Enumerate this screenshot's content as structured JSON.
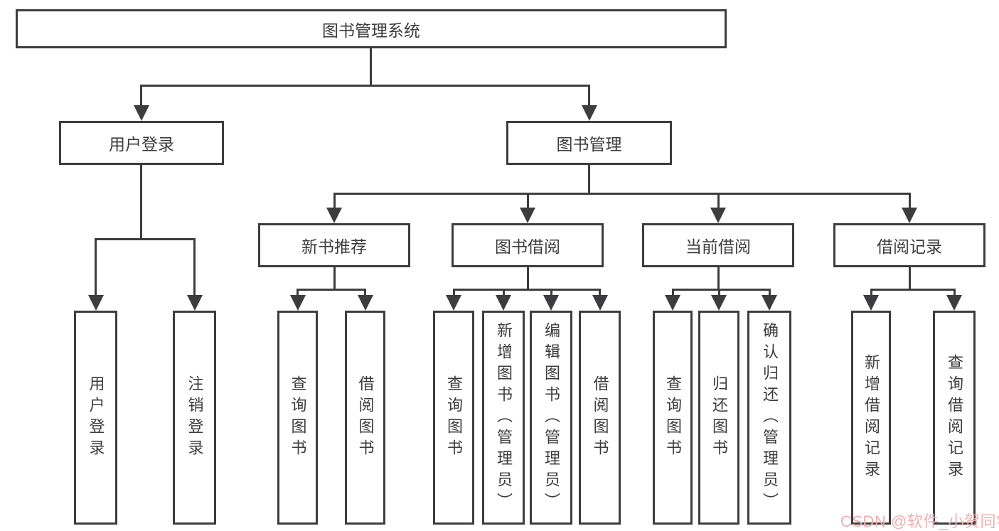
{
  "diagram_type": "hierarchy-tree",
  "tree": {
    "label": "图书管理系统",
    "children": [
      {
        "label": "用户登录",
        "children": [
          {
            "label": "用户登录"
          },
          {
            "label": "注销登录"
          }
        ]
      },
      {
        "label": "图书管理",
        "children": [
          {
            "label": "新书推荐",
            "children": [
              {
                "label": "查询图书"
              },
              {
                "label": "借阅图书"
              }
            ]
          },
          {
            "label": "图书借阅",
            "children": [
              {
                "label": "查询图书"
              },
              {
                "label": "新增图书（管理员）"
              },
              {
                "label": "编辑图书（管理员）"
              },
              {
                "label": "借阅图书"
              }
            ]
          },
          {
            "label": "当前借阅",
            "children": [
              {
                "label": "查询图书"
              },
              {
                "label": "归还图书"
              },
              {
                "label": "确认归还（管理员）"
              }
            ]
          },
          {
            "label": "借阅记录",
            "children": [
              {
                "label": "新增借阅记录"
              },
              {
                "label": "查询借阅记录"
              }
            ]
          }
        ]
      }
    ]
  },
  "watermark": {
    "text": "CSDN @软件_小贺同学",
    "color": "#f0aeae"
  },
  "colors": {
    "line": "#3d3d3f",
    "text": "#3c3c3e",
    "box_background": "#ffffff",
    "page_background": "#ffffff"
  }
}
